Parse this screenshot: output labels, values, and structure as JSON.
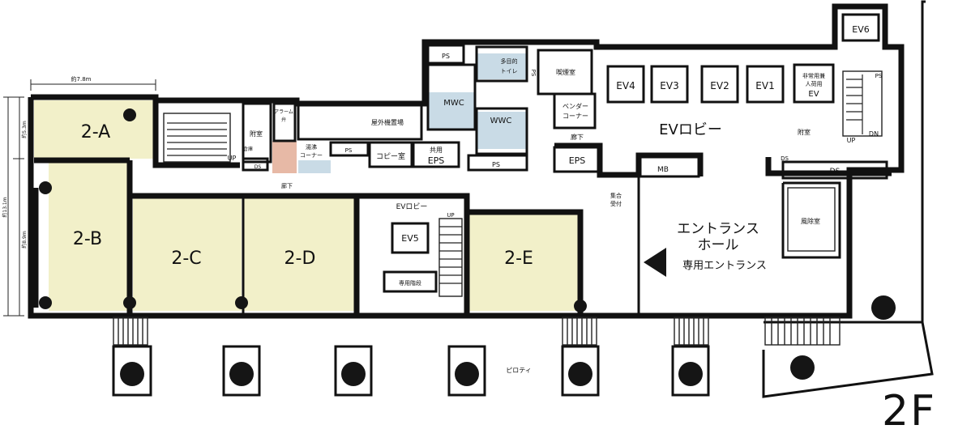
{
  "floor": "2F",
  "dimensions": {
    "top": "約7.8m",
    "left_a": "約5.3m",
    "left_total": "約13.1m",
    "left_b": "約8.9m"
  },
  "tenants": [
    {
      "id": "2-A"
    },
    {
      "id": "2-B"
    },
    {
      "id": "2-C"
    },
    {
      "id": "2-D"
    },
    {
      "id": "2-E"
    }
  ],
  "elevators": [
    "EV1",
    "EV2",
    "EV3",
    "EV4",
    "EV5",
    "EV6"
  ],
  "service_elevator": [
    "非常用兼",
    "人荷用",
    "EV"
  ],
  "lobby": {
    "ev_lobby_main": "EVロビー",
    "ev_lobby_small": "EVロビー",
    "entrance_hall_1": "エントランス",
    "entrance_hall_2": "ホール",
    "private_entrance": "専用エントランス"
  },
  "rooms": {
    "corridor_left": "廊下",
    "corridor_right": "廊下",
    "outdoor_unit": "屋外機置場",
    "copy_room": "コピー室",
    "shared": "共用",
    "eps": "EPS",
    "eps2": "EPS",
    "ps1": "PS",
    "ps2": "PS",
    "ps3": "PS",
    "ps4": "PS",
    "ps5": "PS",
    "mwc": "MWC",
    "wwc": "WWC",
    "multipurpose_toilet_1": "多目的",
    "multipurpose_toilet_2": "トイレ",
    "storage": "倉庫",
    "smoking_room": "喫煙室",
    "vending_1": "ベンダー",
    "vending_2": "コーナー",
    "mb": "MB",
    "ds1": "DS",
    "ds2": "DS",
    "ds3": "DS",
    "anteroom1": "附室",
    "anteroom2": "附室",
    "alarm_1": "アラーム",
    "alarm_2": "弁",
    "kitchen_1": "湯沸",
    "kitchen_2": "コーナー",
    "reception_1": "集合",
    "reception_2": "受付",
    "exhaust_room": "風除室",
    "private_stairs": "専用階段",
    "piloti": "ピロティ",
    "up1": "UP",
    "up2": "UP",
    "up3": "UP",
    "dn": "DN"
  }
}
